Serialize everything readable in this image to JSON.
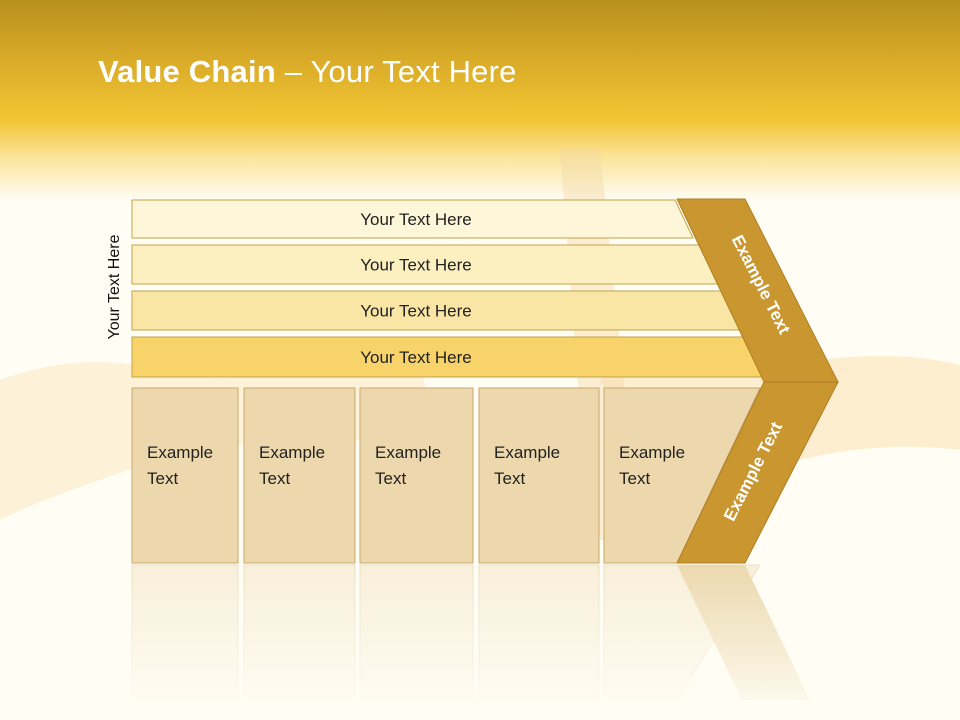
{
  "slide": {
    "title_bold": "Value Chain",
    "title_rest": " – Your Text Here",
    "side_label": "Your Text Here"
  },
  "support_rows": [
    {
      "label": "Your Text Here",
      "color": "#fdf6d8"
    },
    {
      "label": "Your Text Here",
      "color": "#fcefc0"
    },
    {
      "label": "Your Text Here",
      "color": "#fae6a4"
    },
    {
      "label": "Your Text Here",
      "color": "#f7d36a"
    }
  ],
  "primary_boxes": [
    {
      "line1": "Example",
      "line2": "Text"
    },
    {
      "line1": "Example",
      "line2": "Text"
    },
    {
      "line1": "Example",
      "line2": "Text"
    },
    {
      "line1": "Example",
      "line2": "Text"
    },
    {
      "line1": "Example",
      "line2": "Text"
    }
  ],
  "margin": {
    "upper_label": "Example Text",
    "lower_label": "Example Text",
    "color": "#c9962f"
  },
  "colors": {
    "box_fill": "#edd7ac",
    "box_stroke": "#c9a872",
    "row_stroke": "#c3a24a"
  }
}
